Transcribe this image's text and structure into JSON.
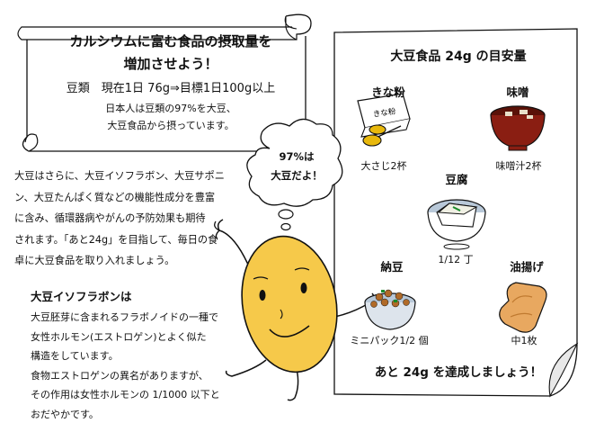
{
  "scroll": {
    "title_line1": "カルシウムに富む食品の摂取量を",
    "title_line2": "増加させよう！",
    "target": "豆類　現在1日 76g⇒目標1日100g以上",
    "note_line1": "日本人は豆類の97%を大豆、",
    "note_line2": "大豆食品から摂っています。"
  },
  "intro": {
    "line1": "大豆はさらに、大豆イソフラボン、大豆サポニ",
    "line2": "ン、大豆たんぱく質などの機能性成分を豊富",
    "line3": "に含み、循環器病やがんの予防効果も期待",
    "line4": "されます。「あと24g」を目指して、毎日の食",
    "line5": "卓に大豆食品を取り入れましょう。"
  },
  "isoflavone": {
    "title": "大豆イソフラボンは",
    "line1": "大豆胚芽に含まれるフラボノイドの一種で",
    "line2": "女性ホルモン(エストロゲン)とよく似た",
    "line3": "構造をしています。",
    "line4": "食物エストロゲンの異名がありますが、",
    "line5": "その作用は女性ホルモンの 1/1000 以下と",
    "line6": "おだやかです。"
  },
  "bubble": {
    "line1": "97%は",
    "line2": "大豆だよ！"
  },
  "panel": {
    "title": "大豆食品 24g の目安量",
    "kinako": {
      "name": "きな粉",
      "package": "きな粉",
      "amount": "大さじ2杯"
    },
    "miso": {
      "name": "味噌",
      "amount": "味噌汁2杯"
    },
    "tofu": {
      "name": "豆腐",
      "amount": "1/12 丁"
    },
    "natto": {
      "name": "納豆",
      "amount": "ミニパック1/2 個"
    },
    "aburaage": {
      "name": "油揚げ",
      "amount": "中1枚"
    },
    "footer": "あと 24g を達成しましょう！"
  },
  "colors": {
    "outline": "#111111",
    "mascot_fill": "#f6c94a",
    "miso_bowl": "#8a1e12",
    "bowl_rim": "#b8c8d8",
    "natto_bean": "#b06a28",
    "aburaage": "#e8a860",
    "kinako_spoon": "#e8b80c"
  }
}
